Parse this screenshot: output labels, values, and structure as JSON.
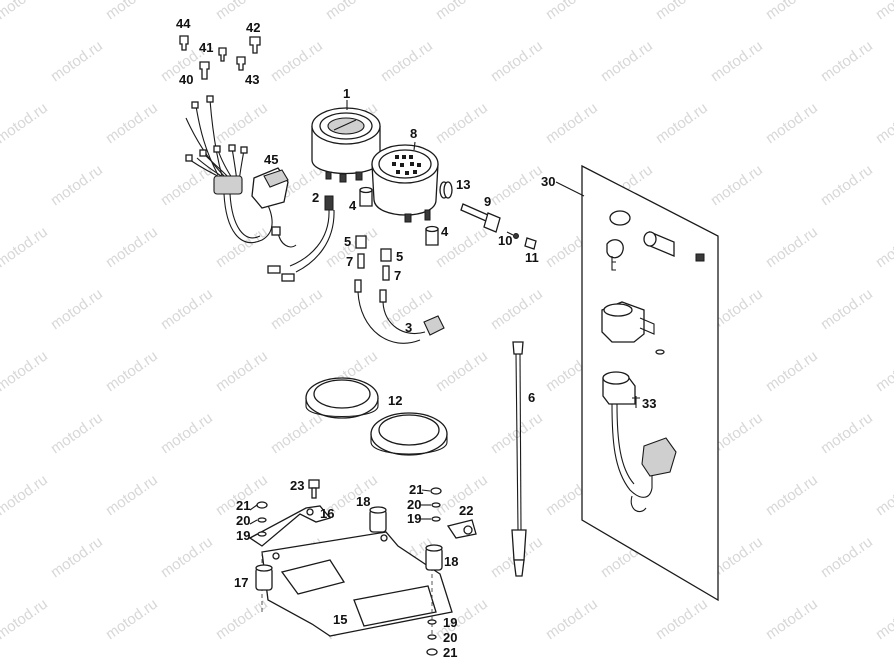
{
  "watermark": {
    "text": "motod.ru"
  },
  "callouts": {
    "c1": "1",
    "c2": "2",
    "c3": "3",
    "c4a": "4",
    "c4b": "4",
    "c5a": "5",
    "c5b": "5",
    "c6": "6",
    "c7a": "7",
    "c7b": "7",
    "c8": "8",
    "c9": "9",
    "c10": "10",
    "c11": "11",
    "c12": "12",
    "c13": "13",
    "c15": "15",
    "c16": "16",
    "c17": "17",
    "c18a": "18",
    "c18b": "18",
    "c19a": "19",
    "c19b": "19",
    "c19c": "19",
    "c20a": "20",
    "c20b": "20",
    "c20c": "20",
    "c21a": "21",
    "c21b": "21",
    "c21c": "21",
    "c22": "22",
    "c23": "23",
    "c30": "30",
    "c33": "33",
    "c40": "40",
    "c41": "41",
    "c42": "42",
    "c43": "43",
    "c44": "44",
    "c45": "45"
  },
  "colors": {
    "line": "#1a1a1a",
    "watermark": "#d7d7d7",
    "background": "#ffffff"
  }
}
